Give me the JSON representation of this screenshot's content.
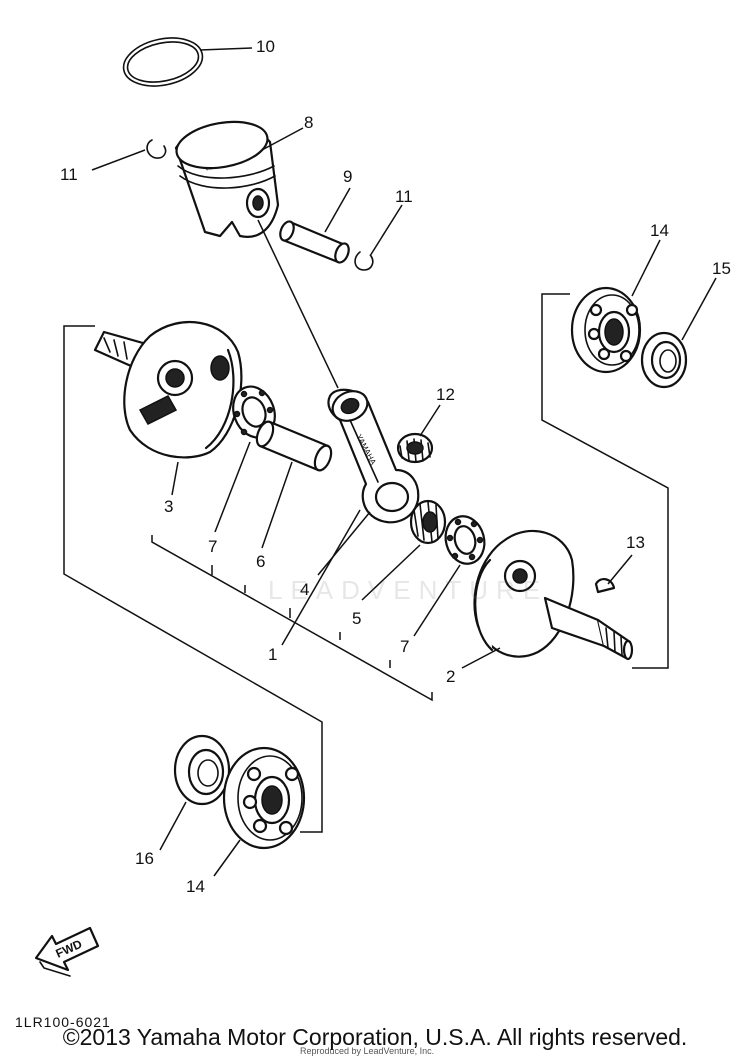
{
  "callouts": [
    {
      "id": "c10",
      "label": "10"
    },
    {
      "id": "c8",
      "label": "8"
    },
    {
      "id": "c11a",
      "label": "11"
    },
    {
      "id": "c9",
      "label": "9"
    },
    {
      "id": "c11b",
      "label": "11"
    },
    {
      "id": "c14a",
      "label": "14"
    },
    {
      "id": "c15",
      "label": "15"
    },
    {
      "id": "c12",
      "label": "12"
    },
    {
      "id": "c3",
      "label": "3"
    },
    {
      "id": "c7a",
      "label": "7"
    },
    {
      "id": "c6",
      "label": "6"
    },
    {
      "id": "c4",
      "label": "4"
    },
    {
      "id": "c5",
      "label": "5"
    },
    {
      "id": "c13",
      "label": "13"
    },
    {
      "id": "c1",
      "label": "1"
    },
    {
      "id": "c7b",
      "label": "7"
    },
    {
      "id": "c2",
      "label": "2"
    },
    {
      "id": "c16",
      "label": "16"
    },
    {
      "id": "c14b",
      "label": "14"
    }
  ],
  "rod_stamp": "YAMAHA",
  "fwd_label": "FWD",
  "diagram_code": "1LR100-6021",
  "copyright": "©2013 Yamaha Motor Corporation, U.S.A. All rights reserved.",
  "watermark_small": "Reproduced by LeadVenture, Inc.",
  "watermark_logo": "LEADVENTURE",
  "colors": {
    "line": "#111111",
    "background": "#ffffff"
  }
}
